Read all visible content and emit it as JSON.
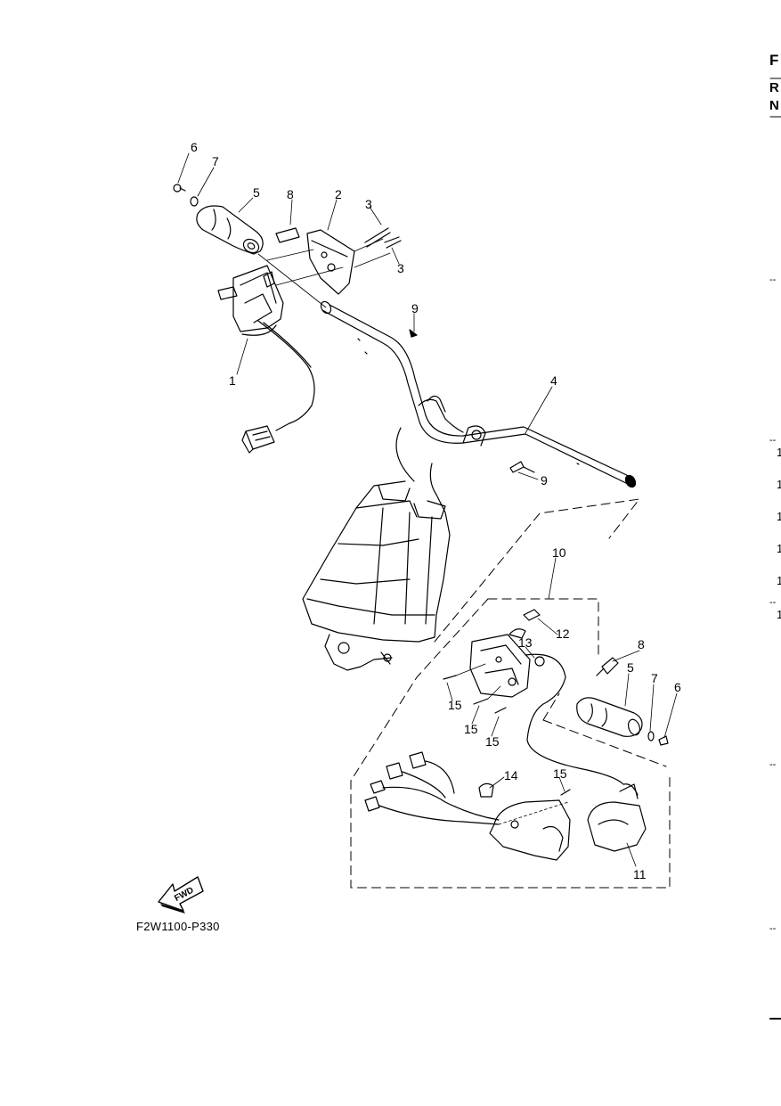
{
  "diagram_code": "F2W1100-P330",
  "fwd_label": "FWD",
  "callouts": [
    {
      "id": "c6a",
      "text": "6"
    },
    {
      "id": "c7a",
      "text": "7"
    },
    {
      "id": "c5a",
      "text": "5"
    },
    {
      "id": "c8a",
      "text": "8"
    },
    {
      "id": "c2",
      "text": "2"
    },
    {
      "id": "c3a",
      "text": "3"
    },
    {
      "id": "c3b",
      "text": "3"
    },
    {
      "id": "c9a",
      "text": "9"
    },
    {
      "id": "c1",
      "text": "1"
    },
    {
      "id": "c4",
      "text": "4"
    },
    {
      "id": "c9b",
      "text": "9"
    },
    {
      "id": "c10",
      "text": "10"
    },
    {
      "id": "c12",
      "text": "12"
    },
    {
      "id": "c13",
      "text": "13"
    },
    {
      "id": "c8b",
      "text": "8"
    },
    {
      "id": "c5b",
      "text": "5"
    },
    {
      "id": "c7b",
      "text": "7"
    },
    {
      "id": "c6b",
      "text": "6"
    },
    {
      "id": "c15a",
      "text": "15"
    },
    {
      "id": "c15b",
      "text": "15"
    },
    {
      "id": "c15c",
      "text": "15"
    },
    {
      "id": "c14",
      "text": "14"
    },
    {
      "id": "c15d",
      "text": "15"
    },
    {
      "id": "c11",
      "text": "11"
    }
  ],
  "right_edge": {
    "letters": [
      "F",
      "R",
      "N"
    ],
    "numbers": [
      "1",
      "1",
      "1",
      "1",
      "1",
      "1"
    ],
    "dashes": [
      "--",
      "--",
      "--",
      "--",
      "--"
    ]
  }
}
